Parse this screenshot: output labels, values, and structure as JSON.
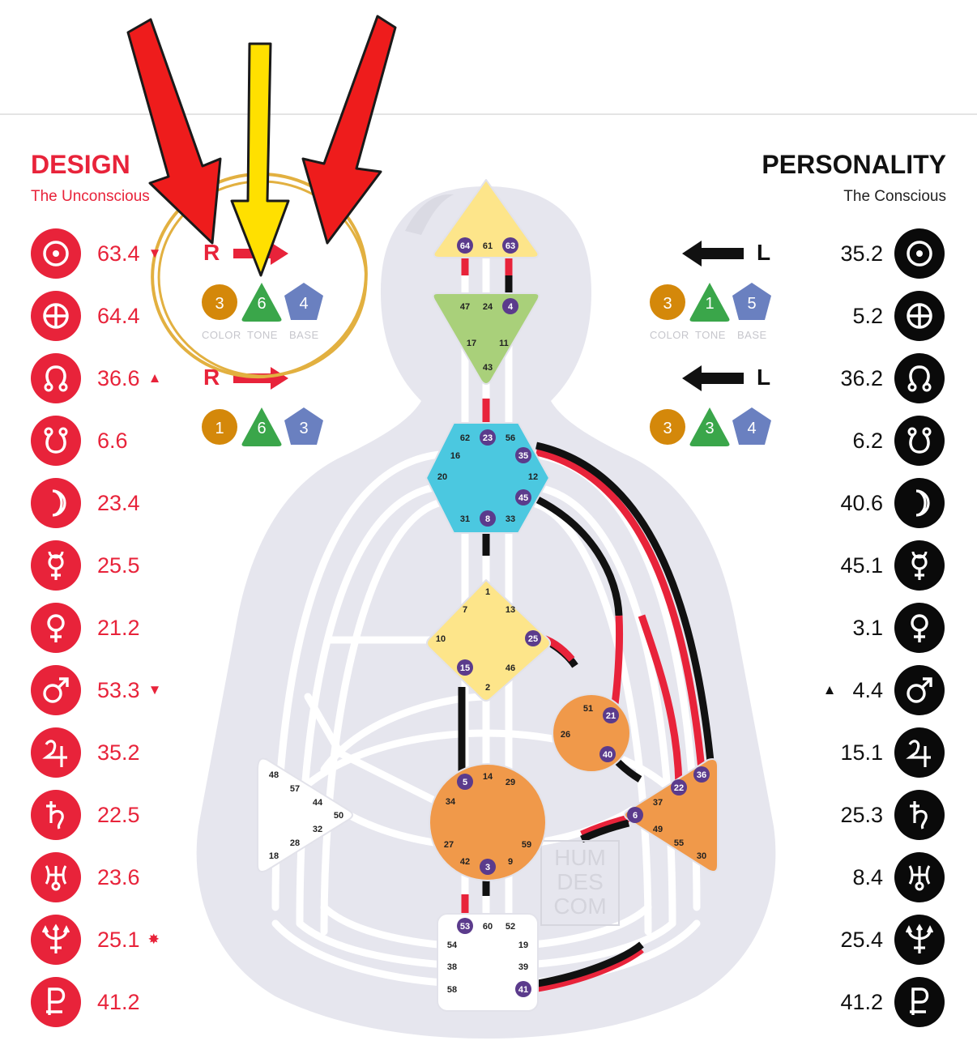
{
  "design": {
    "title": "DESIGN",
    "subtitle": "The Unconscious",
    "color": "#e8233a",
    "rows": [
      {
        "planet": "sun-icon",
        "gate": "63.4",
        "mark": "▼"
      },
      {
        "planet": "earth-icon",
        "gate": "64.4",
        "mark": ""
      },
      {
        "planet": "north-node-icon",
        "gate": "36.6",
        "mark": "▲"
      },
      {
        "planet": "south-node-icon",
        "gate": "6.6",
        "mark": ""
      },
      {
        "planet": "moon-icon",
        "gate": "23.4",
        "mark": ""
      },
      {
        "planet": "mercury-icon",
        "gate": "25.5",
        "mark": ""
      },
      {
        "planet": "venus-icon",
        "gate": "21.2",
        "mark": ""
      },
      {
        "planet": "mars-icon",
        "gate": "53.3",
        "mark": "▼"
      },
      {
        "planet": "jupiter-icon",
        "gate": "35.2",
        "mark": ""
      },
      {
        "planet": "saturn-icon",
        "gate": "22.5",
        "mark": ""
      },
      {
        "planet": "uranus-icon",
        "gate": "23.6",
        "mark": ""
      },
      {
        "planet": "neptune-icon",
        "gate": "25.1",
        "mark": "✸"
      },
      {
        "planet": "pluto-icon",
        "gate": "41.2",
        "mark": ""
      }
    ],
    "variables": [
      {
        "letter": "R",
        "color": "3",
        "tone": "6",
        "base": "4"
      },
      {
        "letter": "R",
        "color": "1",
        "tone": "6",
        "base": "3"
      }
    ]
  },
  "personality": {
    "title": "PERSONALITY",
    "subtitle": "The Conscious",
    "color": "#0a0a0a",
    "rows": [
      {
        "planet": "sun-icon",
        "gate": "35.2",
        "mark": ""
      },
      {
        "planet": "earth-icon",
        "gate": "5.2",
        "mark": ""
      },
      {
        "planet": "north-node-icon",
        "gate": "36.2",
        "mark": ""
      },
      {
        "planet": "south-node-icon",
        "gate": "6.2",
        "mark": ""
      },
      {
        "planet": "moon-icon",
        "gate": "40.6",
        "mark": ""
      },
      {
        "planet": "mercury-icon",
        "gate": "45.1",
        "mark": ""
      },
      {
        "planet": "venus-icon",
        "gate": "3.1",
        "mark": ""
      },
      {
        "planet": "mars-icon",
        "gate": "4.4",
        "mark": "▲"
      },
      {
        "planet": "jupiter-icon",
        "gate": "15.1",
        "mark": ""
      },
      {
        "planet": "saturn-icon",
        "gate": "25.3",
        "mark": ""
      },
      {
        "planet": "uranus-icon",
        "gate": "8.4",
        "mark": ""
      },
      {
        "planet": "neptune-icon",
        "gate": "25.4",
        "mark": ""
      },
      {
        "planet": "pluto-icon",
        "gate": "41.2",
        "mark": ""
      }
    ],
    "variables": [
      {
        "letter": "L",
        "color": "3",
        "tone": "1",
        "base": "5"
      },
      {
        "letter": "L",
        "color": "3",
        "tone": "3",
        "base": "4"
      }
    ]
  },
  "variable_labels": {
    "color": "COLOR",
    "tone": "TONE",
    "base": "BASE"
  },
  "badge_colors": {
    "color": "#d4880a",
    "tone": "#3aa64a",
    "base": "#6a80c0"
  },
  "watermark": [
    "HUM",
    "DES",
    "COM"
  ],
  "centers": {
    "head": {
      "name": "Head",
      "fill": "#fde58a",
      "gates": [
        "64",
        "61",
        "63"
      ],
      "active": [
        "64",
        "63"
      ]
    },
    "ajna": {
      "name": "Ajna",
      "fill": "#a9d07a",
      "gates": [
        "47",
        "24",
        "4",
        "17",
        "11",
        "43"
      ],
      "active": [
        "4"
      ]
    },
    "throat": {
      "name": "Throat",
      "fill": "#4bc8e0",
      "gates": [
        "62",
        "23",
        "56",
        "16",
        "35",
        "20",
        "12",
        "45",
        "31",
        "8",
        "33"
      ],
      "active": [
        "23",
        "35",
        "45",
        "8"
      ]
    },
    "g": {
      "name": "G",
      "fill": "#fde58a",
      "gates": [
        "1",
        "7",
        "13",
        "10",
        "25",
        "15",
        "46",
        "2"
      ],
      "active": [
        "25",
        "15"
      ]
    },
    "heart": {
      "name": "Heart",
      "fill": "#f0994a",
      "gates": [
        "51",
        "21",
        "26",
        "40"
      ],
      "active": [
        "21",
        "40"
      ]
    },
    "spleen": {
      "name": "Spleen",
      "fill": "#ffffff",
      "gates": [
        "48",
        "57",
        "44",
        "50",
        "32",
        "28",
        "18"
      ],
      "active": []
    },
    "sacral": {
      "name": "Sacral",
      "fill": "#f0994a",
      "gates": [
        "5",
        "14",
        "29",
        "34",
        "27",
        "59",
        "42",
        "3",
        "9"
      ],
      "active": [
        "5",
        "3"
      ]
    },
    "solar_plexus": {
      "name": "Solar Plexus",
      "fill": "#f0994a",
      "gates": [
        "36",
        "22",
        "37",
        "6",
        "49",
        "55",
        "30"
      ],
      "active": [
        "36",
        "22",
        "6"
      ]
    },
    "root": {
      "name": "Root",
      "fill": "#ffffff",
      "gates": [
        "53",
        "60",
        "52",
        "54",
        "19",
        "38",
        "39",
        "58",
        "41"
      ],
      "active": [
        "53",
        "41"
      ]
    }
  },
  "annotation": {
    "arrow_red": "#ee1c1c",
    "arrow_yellow": "#ffe000",
    "circle": "#e2b040"
  }
}
